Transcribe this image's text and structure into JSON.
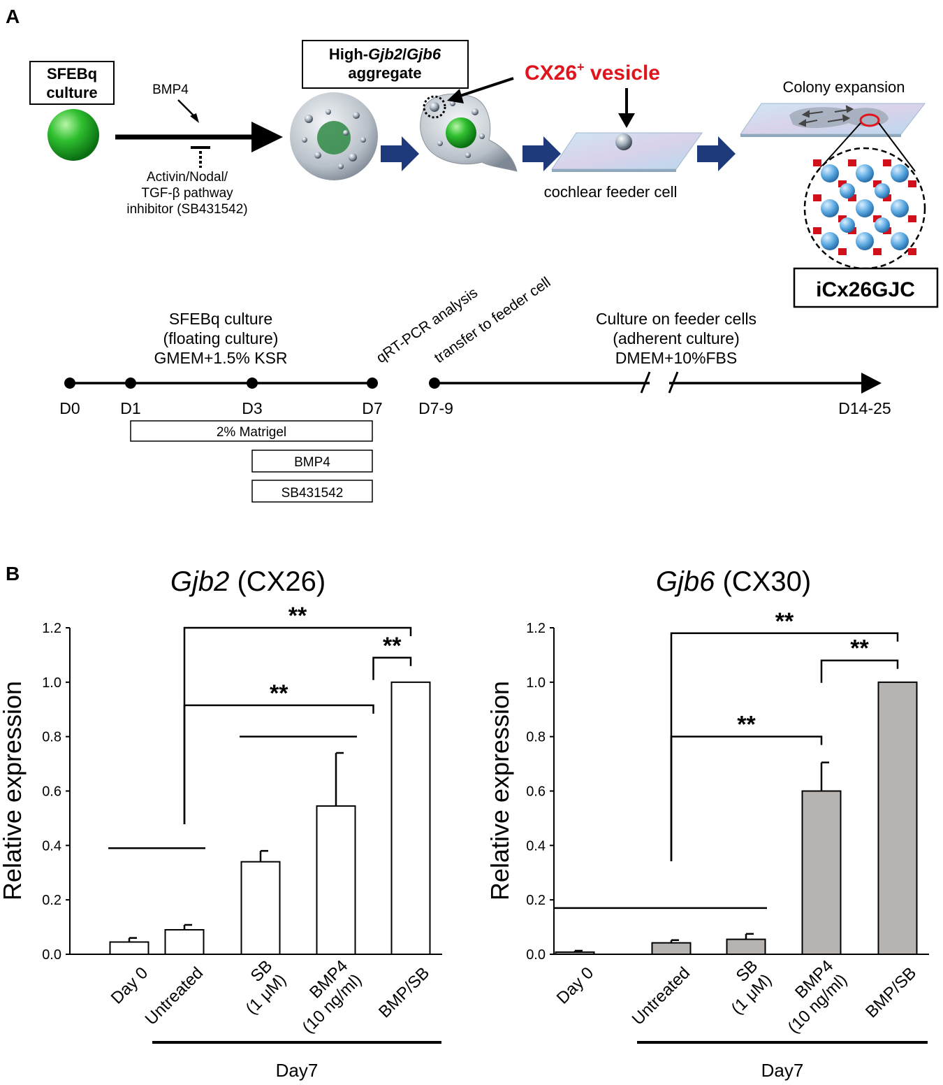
{
  "panel_a": {
    "letter": "A",
    "sfebq_box": [
      "SFEBq",
      "culture"
    ],
    "bmp4_label": "BMP4",
    "inhibitor_lines": [
      "Activin/Nodal/",
      "TGF-β pathway",
      "inhibitor (SB431542)"
    ],
    "aggregate_box": {
      "prefix": "High-",
      "gene1": "Gjb2",
      "slash": "/",
      "gene2": "Gjb6",
      "line2": "aggregate"
    },
    "vesicle": {
      "main": "CX26",
      "sup": "+",
      "rest": " vesicle"
    },
    "feeder_label": "cochlear feeder cell",
    "colony_label": "Colony expansion",
    "icx_box": "iCx26GJC",
    "timeline": {
      "stage1": [
        "SFEBq culture",
        "(floating culture)",
        "GMEM+1.5% KSR"
      ],
      "rotated": [
        "qRT-PCR analysis",
        "transfer to feeder cell"
      ],
      "stage2": [
        "Culture on feeder cells",
        "(adherent culture)",
        "DMEM+10%FBS"
      ],
      "days": [
        "D0",
        "D1",
        "D3",
        "D7",
        "D7-9",
        "D14-25"
      ],
      "bars": [
        "2% Matrigel",
        "BMP4",
        "SB431542"
      ]
    }
  },
  "panel_b": {
    "letter": "B",
    "day7_label": "Day7",
    "sig_label": "**"
  },
  "chart_data": [
    {
      "type": "bar",
      "title_italic": "Gjb2",
      "title_rest": " (CX26)",
      "ylabel": "Relative expression",
      "ylim": [
        0,
        1.2
      ],
      "yticks": [
        "0.0",
        "0.2",
        "0.4",
        "0.6",
        "0.8",
        "1.0",
        "1.2"
      ],
      "categories": [
        [
          "Day 0"
        ],
        [
          "Untreated"
        ],
        [
          "SB",
          "(1 μM)"
        ],
        [
          "BMP4",
          "(10 ng/ml)"
        ],
        [
          "BMP/SB"
        ]
      ],
      "values": [
        0.045,
        0.09,
        0.34,
        0.545,
        1.0
      ],
      "errors": [
        0.015,
        0.018,
        0.04,
        0.195,
        0.0
      ],
      "bar_color": "#ffffff",
      "no_sig_lines": [
        [
          0,
          1,
          0.39
        ],
        [
          2,
          3,
          0.8
        ]
      ],
      "significance": [
        {
          "from": 1,
          "to": 4,
          "y": 1.2,
          "label": "**"
        },
        {
          "from": 3.5,
          "to": 4,
          "y": 1.09,
          "label": "**"
        },
        {
          "from": 1,
          "to": 3.5,
          "y": 0.915,
          "label": "**"
        }
      ]
    },
    {
      "type": "bar",
      "title_italic": "Gjb6",
      "title_rest": " (CX30)",
      "ylabel": "Relative expression",
      "ylim": [
        0,
        1.2
      ],
      "yticks": [
        "0.0",
        "0.2",
        "0.4",
        "0.6",
        "0.8",
        "1.0",
        "1.2"
      ],
      "categories": [
        [
          "Day 0"
        ],
        [
          "Untreated"
        ],
        [
          "SB",
          "(1 μM)"
        ],
        [
          "BMP4",
          "(10 ng/ml)"
        ],
        [
          "BMP/SB"
        ]
      ],
      "values": [
        0.008,
        0.042,
        0.055,
        0.6,
        1.0
      ],
      "errors": [
        0.005,
        0.01,
        0.02,
        0.105,
        0.0
      ],
      "bar_color": "#b7b3b1",
      "no_sig_lines": [
        [
          0,
          2,
          0.17
        ]
      ],
      "significance": [
        {
          "from": 1,
          "to": 4,
          "y": 1.18,
          "label": "**"
        },
        {
          "from": 3,
          "to": 4,
          "y": 1.08,
          "label": "**"
        },
        {
          "from": 1,
          "to": 3,
          "y": 0.8,
          "label": "**"
        }
      ]
    }
  ]
}
